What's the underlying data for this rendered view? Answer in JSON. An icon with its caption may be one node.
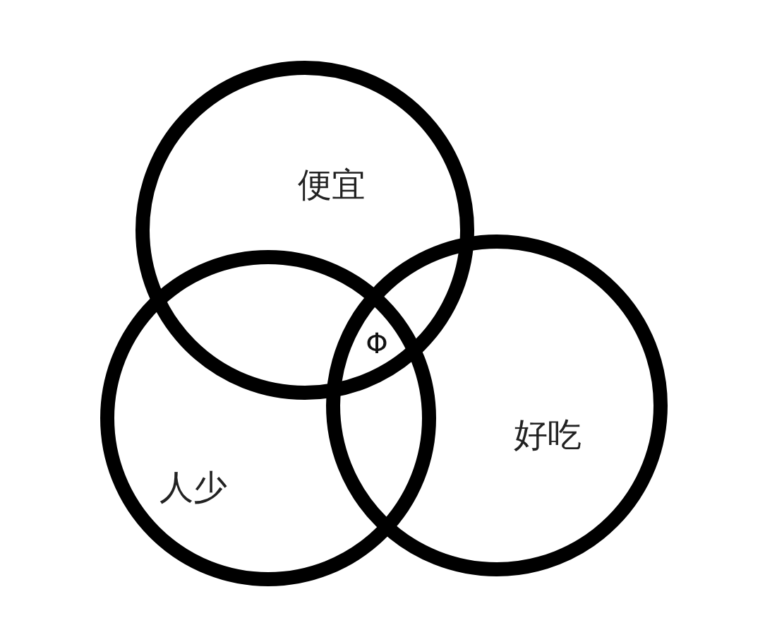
{
  "diagram": {
    "nodes": [
      {
        "text": [
          "便宜"
        ]
      },
      {
        "text": [
          "人少"
        ]
      },
      {
        "text": [
          "好吃"
        ]
      }
    ],
    "edges": [],
    "labels": [
      "Φ"
    ]
  }
}
